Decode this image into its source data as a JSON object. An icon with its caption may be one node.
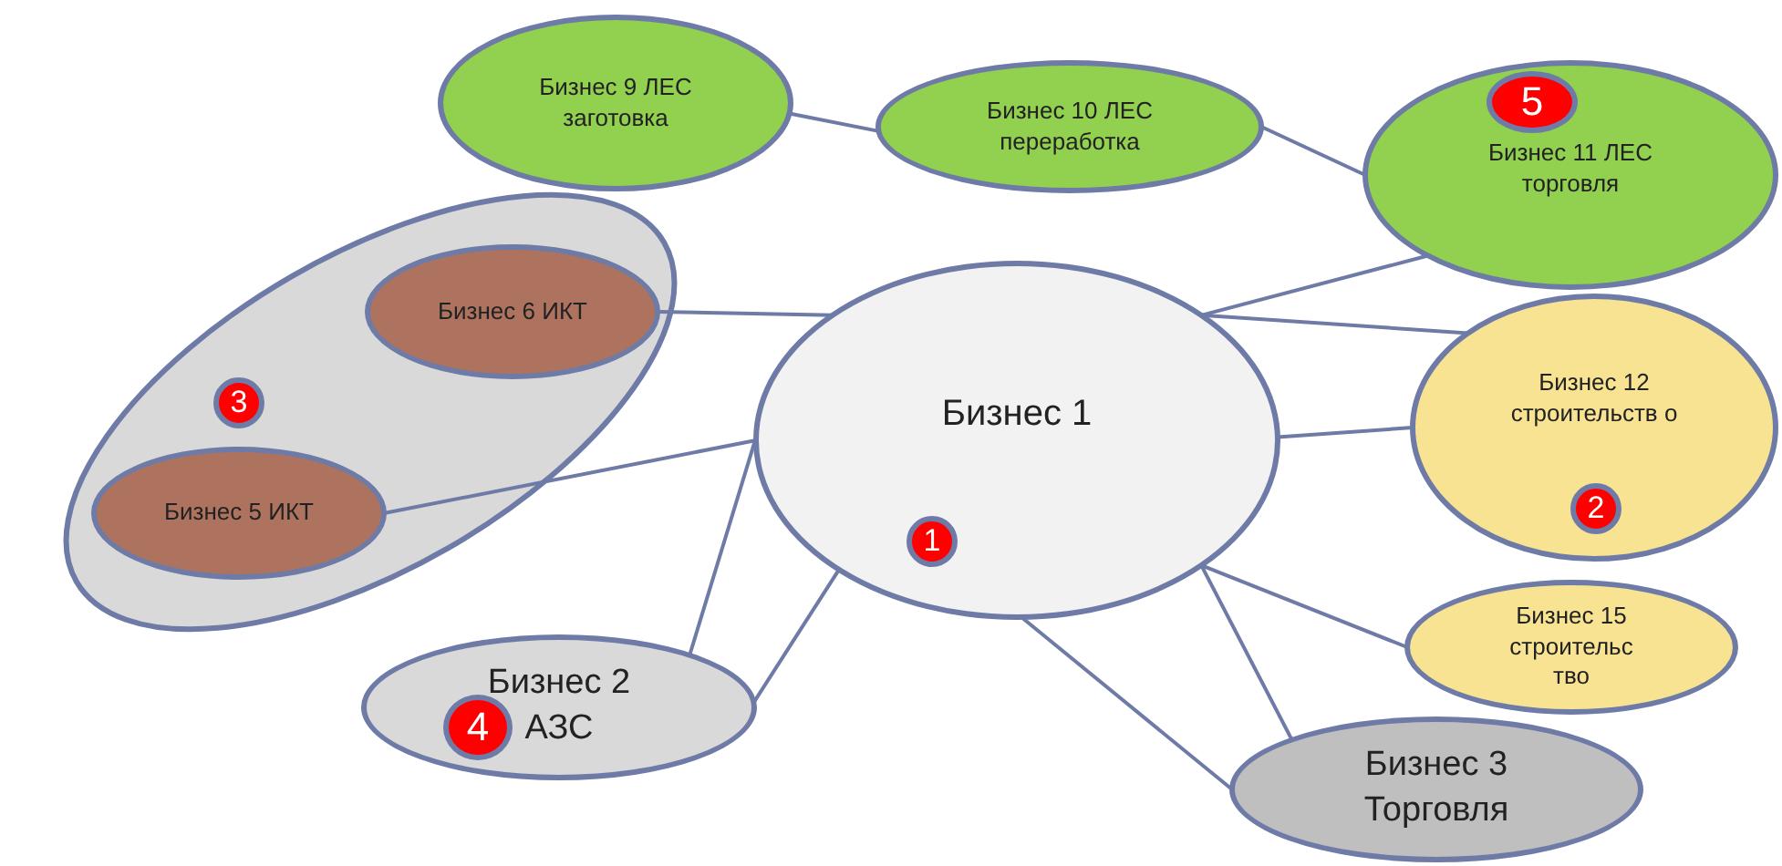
{
  "diagram": {
    "nodes": [
      {
        "text": [
          "Бизнес 9 ЛЕС заготовка"
        ]
      },
      {
        "text": [
          "Бизнес 10 ЛЕС переработка"
        ]
      },
      {
        "text": [
          "Бизнес 11 ЛЕС торговля"
        ]
      },
      {
        "text": [
          "5"
        ],
        "in": 2
      },
      {
        "text": [],
        "shape": "ellipse"
      },
      {
        "text": [
          "Бизнес 6 ИКТ"
        ],
        "in": 4
      },
      {
        "text": [
          "Бизнес 5 ИКТ"
        ],
        "in": 4
      },
      {
        "text": [
          "3"
        ],
        "in": 4
      },
      {
        "text": [
          "Бизнес 1"
        ]
      },
      {
        "text": [
          "1"
        ],
        "in": 8
      },
      {
        "text": [
          "Бизнес 12 строительств о"
        ]
      },
      {
        "text": [
          "2"
        ],
        "in": 10
      },
      {
        "text": [
          "Бизнес 15 строительс тво"
        ]
      },
      {
        "text": [
          "Бизнес 2 АЗС"
        ]
      },
      {
        "text": [
          "4"
        ],
        "in": 13
      },
      {
        "text": [
          "Бизнес 3 Торговля"
        ]
      }
    ],
    "edges": [
      {
        "from": 0,
        "to": 1,
        "arrow": "none"
      },
      {
        "from": 1,
        "to": 2,
        "arrow": "none"
      },
      {
        "from": 8,
        "to": 2,
        "arrow": "none"
      },
      {
        "from": 8,
        "to": 10,
        "arrow": "none"
      },
      {
        "from": 8,
        "to": 10,
        "arrow": "none"
      },
      {
        "from": 5,
        "to": 8,
        "arrow": "none"
      },
      {
        "from": 6,
        "to": 8,
        "arrow": "none"
      },
      {
        "from": 8,
        "to": 13,
        "arrow": "none"
      },
      {
        "from": 8,
        "to": 13,
        "arrow": "none"
      },
      {
        "from": 8,
        "to": 12,
        "arrow": "none"
      },
      {
        "from": 8,
        "to": 15,
        "arrow": "none"
      },
      {
        "from": 8,
        "to": 15,
        "arrow": "none"
      }
    ]
  }
}
